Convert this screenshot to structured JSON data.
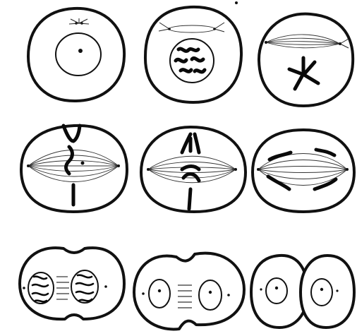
{
  "figure": {
    "panels": [
      {
        "row": 1,
        "col": 1
      },
      {
        "row": 1,
        "col": 2
      },
      {
        "row": 1,
        "col": 3
      },
      {
        "row": 2,
        "col": 1
      },
      {
        "row": 2,
        "col": 2
      },
      {
        "row": 2,
        "col": 3
      },
      {
        "row": 3,
        "col": 1
      },
      {
        "row": 3,
        "col": 2
      },
      {
        "row": 3,
        "col": 3
      }
    ],
    "colors": {
      "ink": "#111111",
      "background": "#ffffff"
    }
  }
}
